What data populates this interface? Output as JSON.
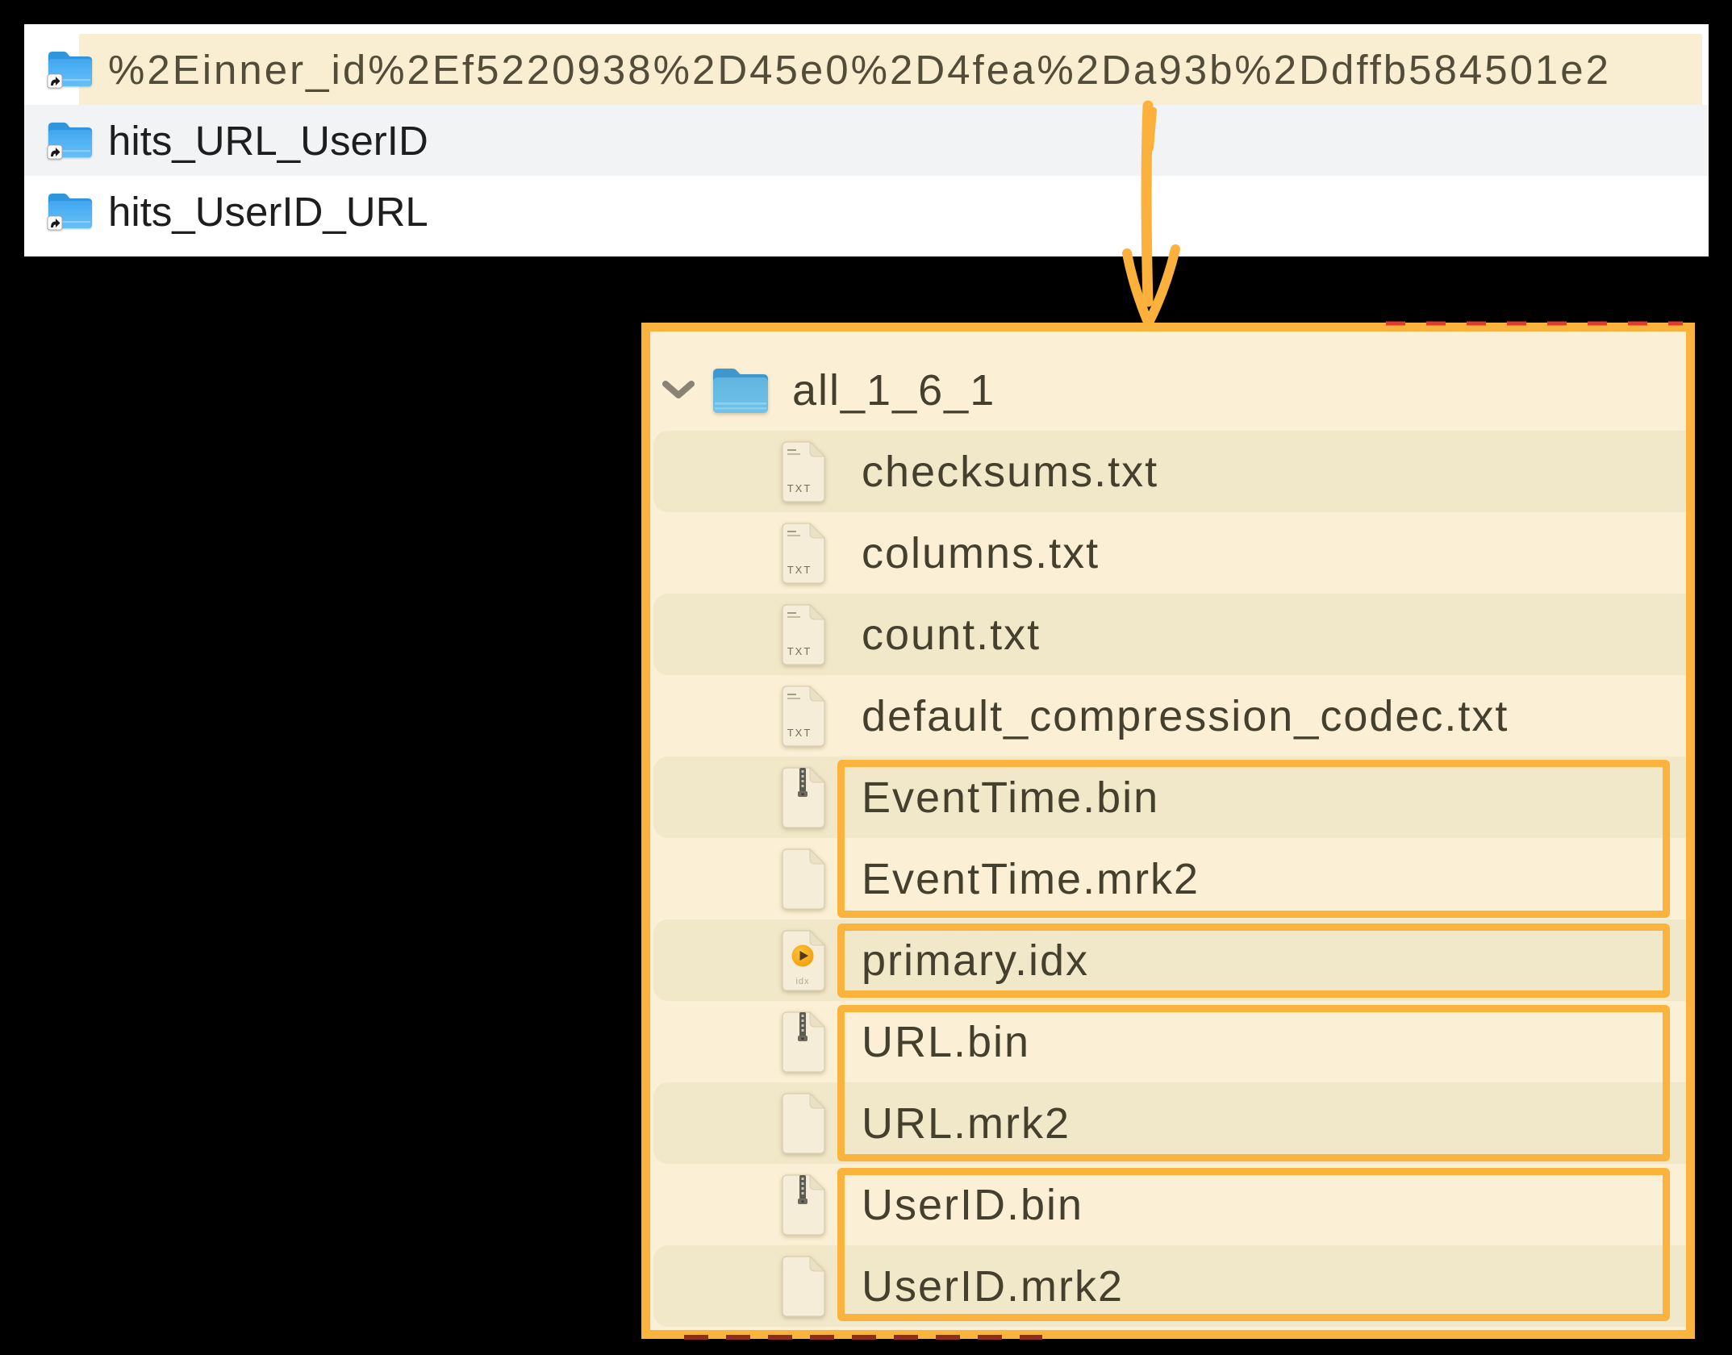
{
  "top_list": {
    "rows": [
      {
        "label": "%2Einner_id%2Ef5220938%2D45e0%2D4fea%2Da93b%2Ddffb584501e2"
      },
      {
        "label": "hits_URL_UserID"
      },
      {
        "label": "hits_UserID_URL"
      }
    ]
  },
  "tree": {
    "root": {
      "label": "all_1_6_1"
    },
    "txt_badge": "TXT",
    "idx_badge": "idx",
    "files": [
      {
        "name": "checksums.txt",
        "icon": "txt"
      },
      {
        "name": "columns.txt",
        "icon": "txt"
      },
      {
        "name": "count.txt",
        "icon": "txt"
      },
      {
        "name": "default_compression_codec.txt",
        "icon": "txt"
      },
      {
        "name": "EventTime.bin",
        "icon": "bin"
      },
      {
        "name": "EventTime.mrk2",
        "icon": "blank"
      },
      {
        "name": "primary.idx",
        "icon": "idx"
      },
      {
        "name": "URL.bin",
        "icon": "bin"
      },
      {
        "name": "URL.mrk2",
        "icon": "blank"
      },
      {
        "name": "UserID.bin",
        "icon": "bin"
      },
      {
        "name": "UserID.mrk2",
        "icon": "blank"
      }
    ]
  },
  "colors": {
    "accent_orange": "#FAB33D",
    "panel_cream": "#FBF0D5",
    "stripe": "#F1E7C9",
    "highlight_cream": "#F9EED2",
    "alt_gray": "#F1F3F4",
    "red_dash": "#E03A28"
  }
}
